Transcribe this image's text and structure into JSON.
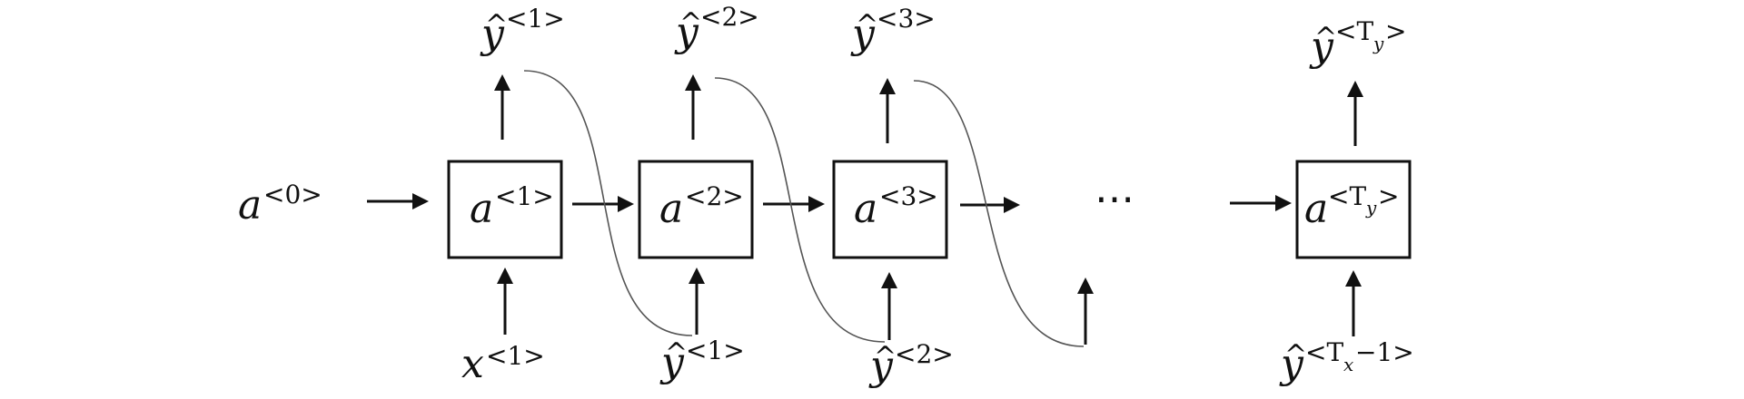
{
  "initial_state": {
    "base": "a",
    "sup": "<0>"
  },
  "cells": [
    {
      "base": "a",
      "sup": "<1>"
    },
    {
      "base": "a",
      "sup": "<2>"
    },
    {
      "base": "a",
      "sup": "<3>"
    },
    {
      "base": "a",
      "sup_open": "<T",
      "sup_sub": "y",
      "sup_close": ">"
    }
  ],
  "outputs": [
    {
      "base": "y",
      "hat": "^",
      "sup": "<1>"
    },
    {
      "base": "y",
      "hat": "^",
      "sup": "<2>"
    },
    {
      "base": "y",
      "hat": "^",
      "sup": "<3>"
    },
    {
      "base": "y",
      "hat": "^",
      "sup_open": "<T",
      "sup_sub": "y",
      "sup_close": ">"
    }
  ],
  "inputs": [
    {
      "base": "x",
      "sup": "<1>"
    },
    {
      "base": "y",
      "hat": "^",
      "sup": "<1>"
    },
    {
      "base": "y",
      "hat": "^",
      "sup": "<2>"
    },
    {
      "base": "y",
      "hat": "^",
      "sup_open": "<T",
      "sup_sub": "x",
      "sup_tail": "−1>"
    }
  ],
  "ellipsis": "⋯"
}
